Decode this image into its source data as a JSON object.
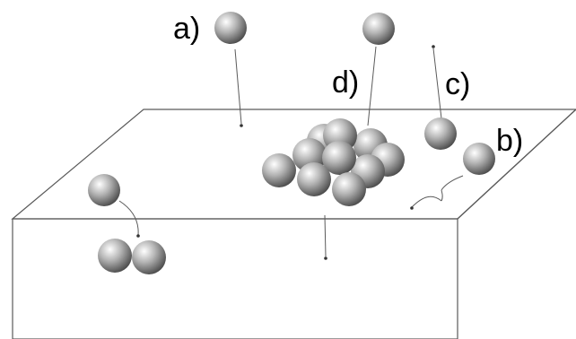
{
  "labels": {
    "a": "a)",
    "b": "b)",
    "c": "c)",
    "d": "d)"
  },
  "colors": {
    "line": "#5a5a5a",
    "sphere_highlight": "#ffffff",
    "sphere_mid": "#b4b4b4",
    "sphere_dark": "#4a4a4a",
    "background": "#ffffff"
  },
  "icons": {
    "atom": "gray-sphere",
    "landing_point": "dot"
  }
}
